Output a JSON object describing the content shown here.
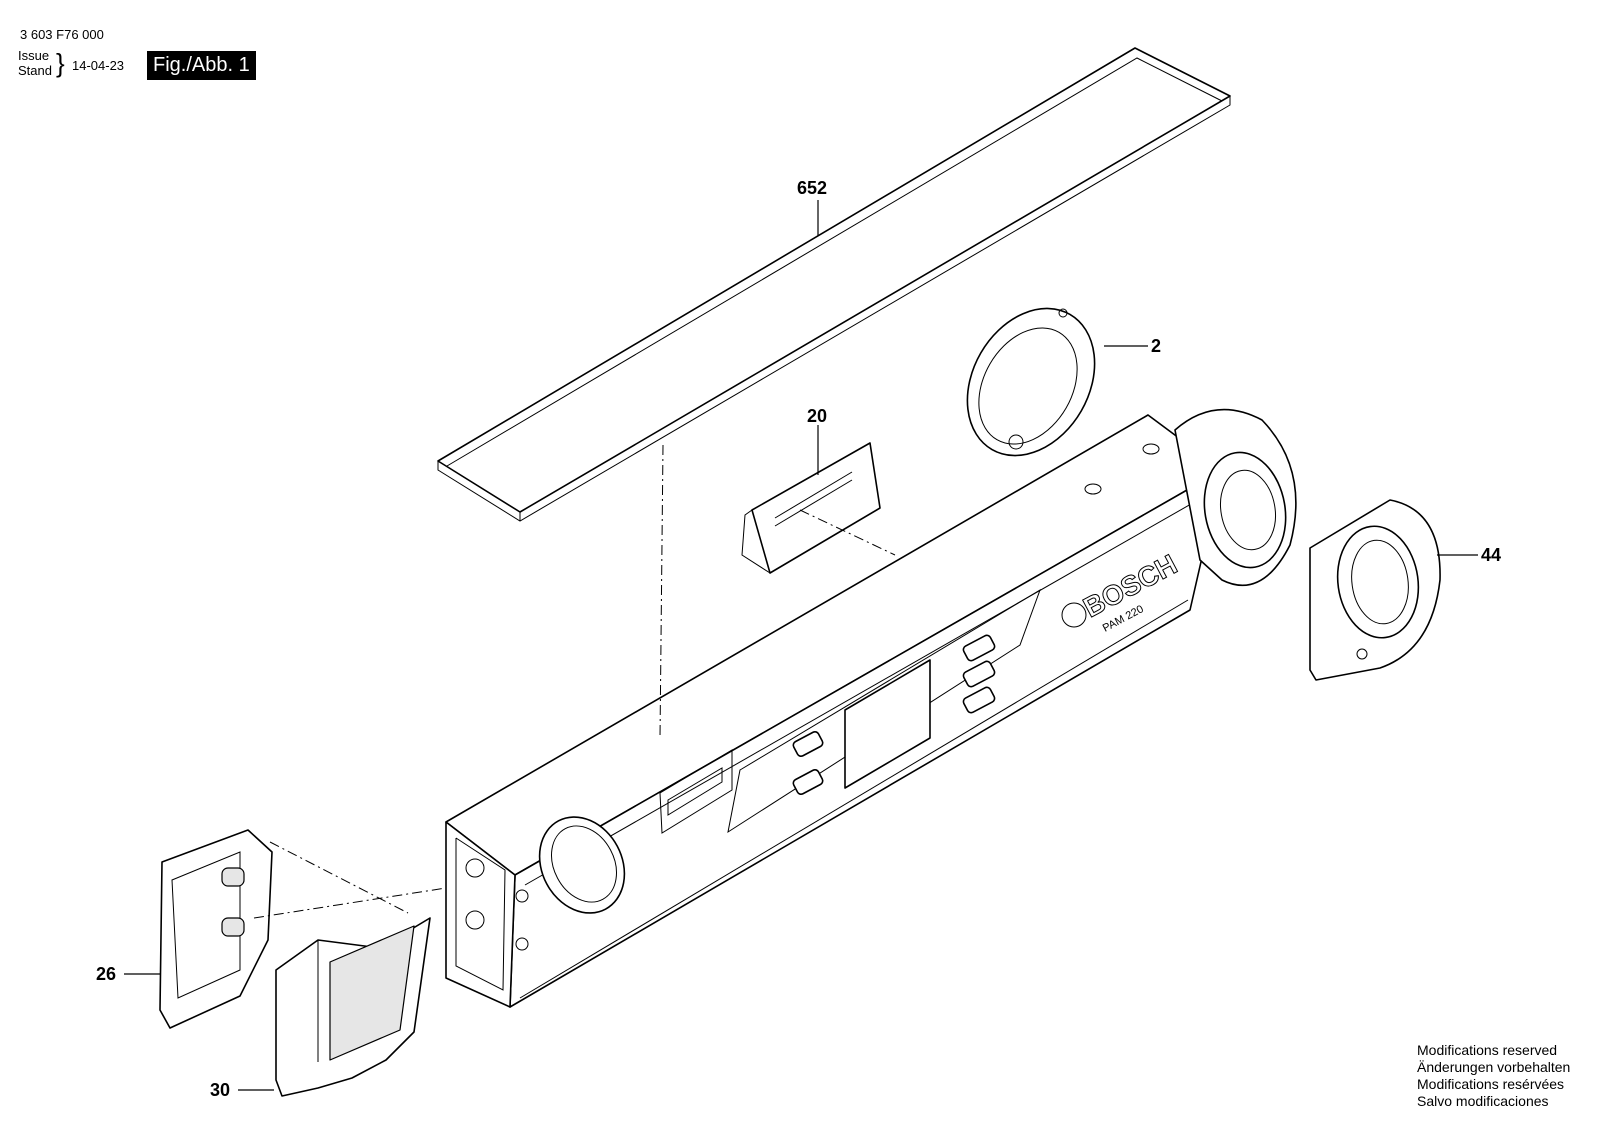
{
  "header": {
    "part_number": "3 603 F76 000",
    "issue_label": "Issue",
    "stand_label": "Stand",
    "date": "14-04-23",
    "figure_label": "Fig./Abb. 1"
  },
  "callouts": {
    "c652": "652",
    "c2": "2",
    "c20": "20",
    "c44": "44",
    "c26": "26",
    "c30": "30"
  },
  "device": {
    "brand": "BOSCH",
    "model": "PAM 220"
  },
  "footer": {
    "line1": "Modifications reserved",
    "line2": "Änderungen vorbehalten",
    "line3": "Modifications resérvées",
    "line4": "Salvo modificaciones"
  }
}
